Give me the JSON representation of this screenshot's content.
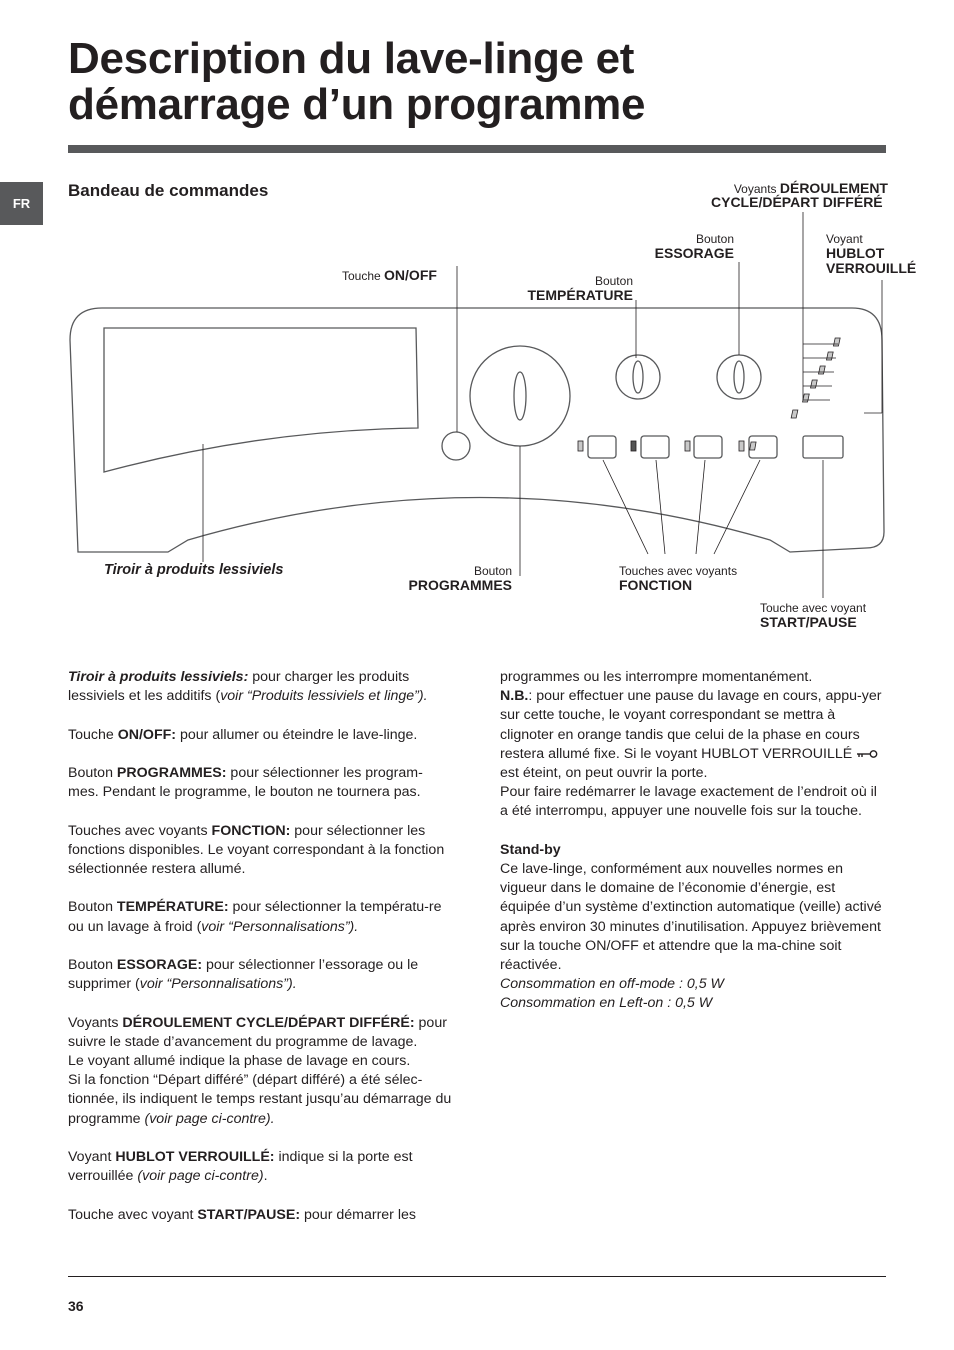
{
  "page": {
    "title_line1": "Description du lave-linge et",
    "title_line2": "démarrage d’un programme",
    "lang_tab": "FR",
    "section_title": "Bandeau de commandes",
    "page_number": "36"
  },
  "labels": {
    "voyants_prefix": "Voyants",
    "voyants_bold1": "DÉROULEMENT",
    "voyants_bold2": "CYCLE/DÉPART DIFFÉRÉ",
    "essorage_small": "Bouton",
    "essorage_bold": "ESSORAGE",
    "hublot_small": "Voyant",
    "hublot_bold1": "HUBLOT",
    "hublot_bold2": "VERROUILLÉ",
    "onoff_small": "Touche",
    "onoff_bold": "ON/OFF",
    "temperature_small": "Bouton",
    "temperature_bold": "TEMPÉRATURE",
    "tiroir": "Tiroir à produits lessiviels",
    "programmes_small": "Bouton",
    "programmes_bold": "PROGRAMMES",
    "fonction_small": "Touches avec voyants",
    "fonction_bold": "FONCTION",
    "startpause_small": "Touche avec voyant",
    "startpause_bold": "START/PAUSE"
  },
  "left_column": {
    "p1_bold": "Tiroir à produits lessiviels:",
    "p1_text": " pour charger les produits lessiviels et les additifs (",
    "p1_italic": "voir “Produits lessiviels et linge”).",
    "p2_pre": "Touche ",
    "p2_bold": "ON/OFF:",
    "p2_text": " pour allumer ou éteindre le lave-linge.",
    "p3_pre": "Bouton ",
    "p3_bold": "PROGRAMMES:",
    "p3_text": " pour sélectionner les program-mes. Pendant le programme, le bouton ne tournera pas.",
    "p4_pre": "Touches avec voyants ",
    "p4_bold": "FONCTION:",
    "p4_text": " pour sélectionner les fonctions disponibles. Le voyant correspondant à la fonction sélectionnée restera allumé.",
    "p5_pre": "Bouton ",
    "p5_bold": "TEMPÉRATURE:",
    "p5_text": " pour sélectionner la températu-re ou un lavage à froid (",
    "p5_italic": "voir “Personnalisations”).",
    "p6_pre": "Bouton ",
    "p6_bold": "ESSORAGE:",
    "p6_text": " pour sélectionner l’essorage ou le supprimer (",
    "p6_italic": "voir “Personnalisations”).",
    "p7_pre": "Voyants ",
    "p7_bold": "DÉROULEMENT CYCLE/DÉPART DIFFÉRÉ:",
    "p7_text": " pour suivre le stade d’avancement du programme de lavage.",
    "p7_line2": "Le voyant allumé indique la phase de lavage en cours.",
    "p7_line3": "Si la fonction “Départ différé” (départ différé) a été sélec-tionnée, ils indiquent le temps restant jusqu’au démarrage du programme ",
    "p7_italic": "(voir page ci-contre).",
    "p8_pre": "Voyant ",
    "p8_bold": "HUBLOT VERROUILLÉ:",
    "p8_text": " indique si la porte est verrouillée ",
    "p8_italic": "(voir page ci-contre)",
    "p8_end": ".",
    "p9_pre": "Touche avec voyant ",
    "p9_bold": "START/PAUSE:",
    "p9_text": " pour démarrer les"
  },
  "right_column": {
    "r1": "programmes ou les interrompre momentanément.",
    "r2_bold": "N.B.",
    "r2_text": ": pour effectuer une pause du lavage en cours, appu-yer sur cette touche, le voyant correspondant se mettra à clignoter en orange tandis que celui de la phase en cours restera allumé fixe. Si le voyant HUBLOT VERROUILLÉ ",
    "r2_end": " est éteint, on peut ouvrir la porte.",
    "r3": "Pour faire redémarrer le lavage exactement de l’endroit où il a été interrompu, appuyer une nouvelle fois sur la touche.",
    "standby_title": "Stand-by",
    "standby_text": "Ce lave-linge, conformément aux nouvelles normes en vigueur dans le domaine de l’économie d’énergie, est équipée d’un système d’extinction automatique (veille) activé après environ 30 minutes d’inutilisation. Appuyez brièvement sur la touche ON/OFF et attendre que la ma-chine soit réactivée.",
    "conso1": "Consommation en off-mode : 0,5 W",
    "conso2": "Consommation en Left-on : 0,5 W"
  },
  "icons": [
    "key-icon"
  ]
}
